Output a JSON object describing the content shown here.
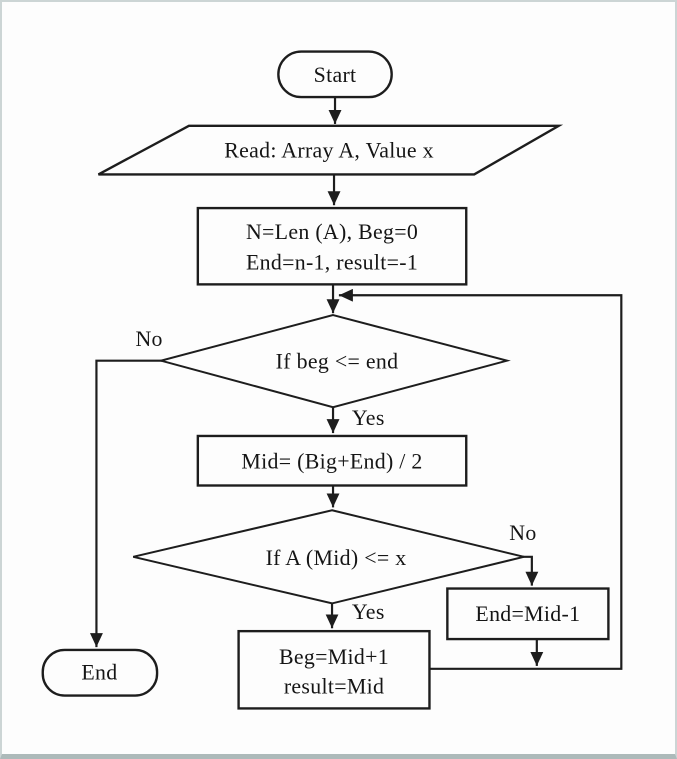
{
  "colors": {
    "stroke": "#1d1d1d",
    "text": "#151515",
    "background": "#fdfdfd",
    "frame-border": "#ccd5d5",
    "bottom-bar": "#adbaba"
  },
  "flowchart": {
    "nodes": {
      "start": {
        "shape": "terminator",
        "label": "Start"
      },
      "read": {
        "shape": "io-parallelogram",
        "label": "Read: Array A, Value x"
      },
      "init": {
        "shape": "process",
        "line1": "N=Len (A), Beg=0",
        "line2": "End=n-1, result=-1"
      },
      "cond_loop": {
        "shape": "decision",
        "label": "If beg <= end"
      },
      "mid": {
        "shape": "process",
        "label": "Mid= (Big+End) / 2"
      },
      "cond_compare": {
        "shape": "decision",
        "label": "If A (Mid) <= x"
      },
      "update": {
        "shape": "process",
        "line1": "Beg=Mid+1",
        "line2": "result=Mid"
      },
      "end_mid": {
        "shape": "process",
        "label": "End=Mid-1"
      },
      "end": {
        "shape": "terminator",
        "label": "End"
      }
    },
    "edge_labels": {
      "loop_no": "No",
      "loop_yes": "Yes",
      "compare_no": "No",
      "compare_yes": "Yes"
    }
  }
}
